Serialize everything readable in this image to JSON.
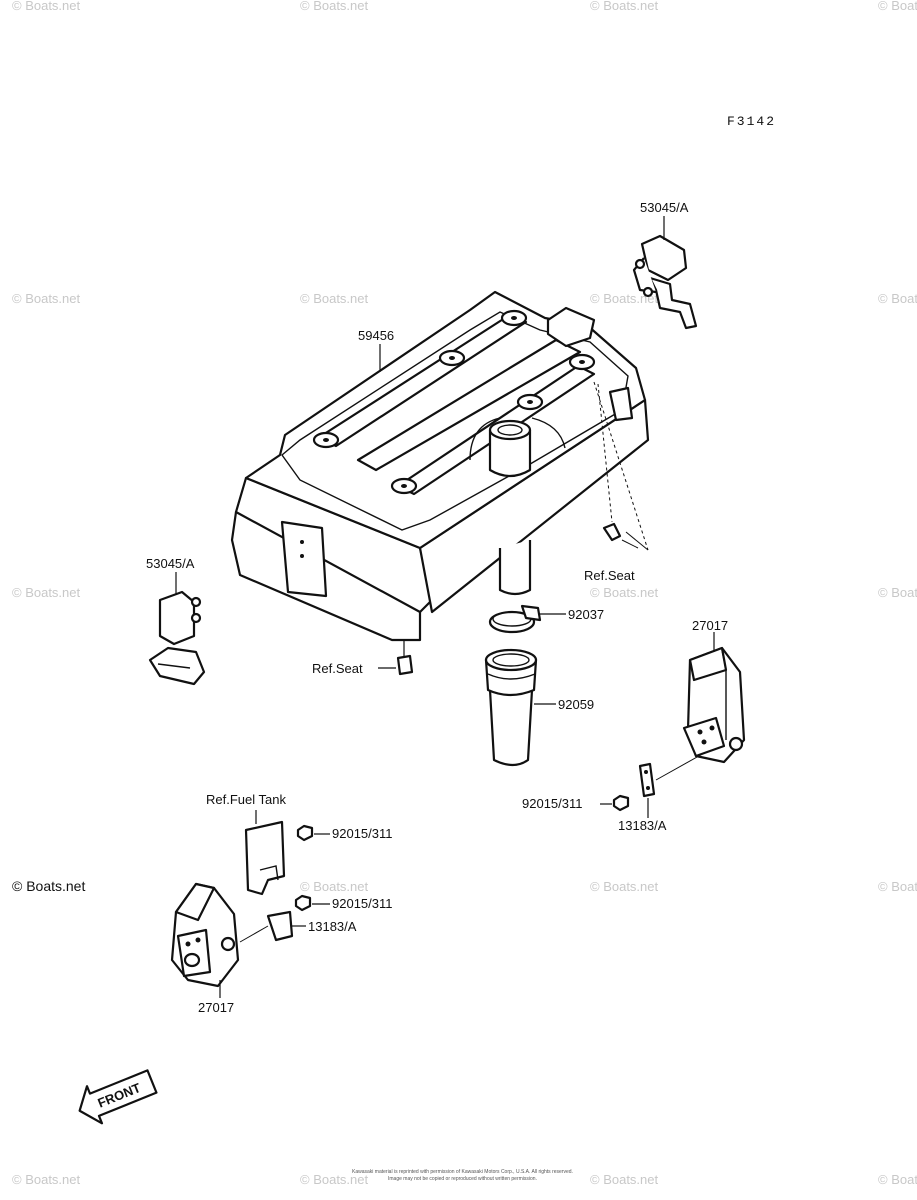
{
  "figure_code": "F3142",
  "watermark": "© Boats.net",
  "copyright_line1": "Kawasaki material is reprinted with permission of Kawasaki Motors Corp., U.S.A. All rights reserved.",
  "copyright_line2": "Image may not be copied or reproduced without written permission.",
  "callouts": {
    "hood_cover": "59456",
    "bracket_top_right": "53045/A",
    "bracket_left": "53045/A",
    "ref_seat_right": "Ref.Seat",
    "ref_seat_left": "Ref.Seat",
    "clamp": "92037",
    "duct_tube": "92059",
    "mount_right": "27017",
    "nut_right": "92015/311",
    "plate_right": "13183/A",
    "ref_fuel_tank": "Ref.Fuel Tank",
    "nut_left_upper": "92015/311",
    "nut_left_lower": "92015/311",
    "plate_left": "13183/A",
    "mount_left": "27017"
  },
  "front_marker": "FRONT"
}
